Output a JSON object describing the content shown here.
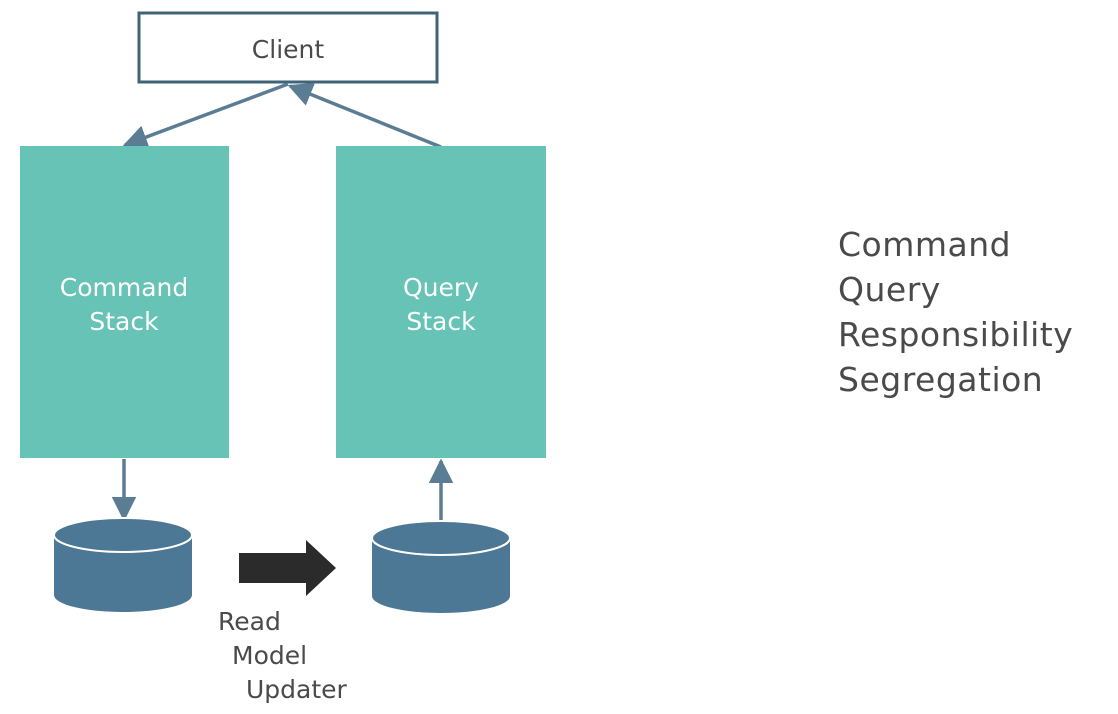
{
  "client": {
    "label": "Client"
  },
  "command_stack": {
    "line1": "Command",
    "line2": "Stack"
  },
  "query_stack": {
    "line1": "Query",
    "line2": "Stack"
  },
  "updater": {
    "line1": "Read",
    "line2": "Model",
    "line3": "Updater"
  },
  "title": {
    "line1": "Command",
    "line2": "Query",
    "line3": "Responsibility",
    "line4": "Segregation"
  },
  "colors": {
    "stack_fill": "#67c3b5",
    "database_fill": "#4c7896",
    "arrow": "#5a7d94",
    "box_border": "#3f6479",
    "big_arrow": "#2b2b2b",
    "text_dark": "#4a4a4a",
    "text_light": "#ffffff"
  }
}
